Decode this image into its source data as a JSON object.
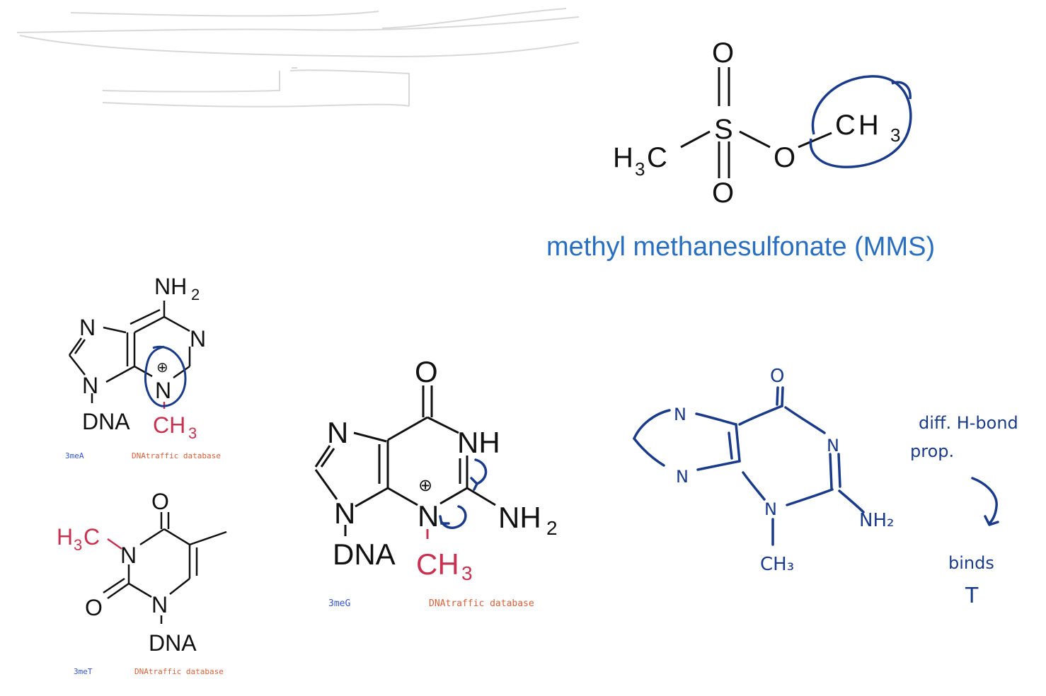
{
  "mms": {
    "name": "methyl methanesulfonate (MMS)",
    "atoms": {
      "o_top": "O",
      "s": "S",
      "o_bottom": "O",
      "o_ester": "O",
      "h3c": "H",
      "c_left": "C",
      "sub3": "3",
      "ch3_ch": "CH",
      "ch3_sub": "3"
    }
  },
  "adenine": {
    "label": "3meA",
    "source": "DNAtraffic database",
    "atoms": {
      "nh": "NH",
      "nh_sub": "2",
      "n1": "N",
      "n7": "N",
      "n9": "N",
      "n3": "N",
      "dna": "DNA",
      "ch": "CH",
      "ch_sub": "3",
      "plus": "⊕"
    }
  },
  "thymine": {
    "label": "3meT",
    "source": "DNAtraffic database",
    "atoms": {
      "o4": "O",
      "h": "H",
      "h_sub": "3",
      "c": "C",
      "n3": "N",
      "o2": "O",
      "n1": "N",
      "dna": "DNA"
    }
  },
  "guanine": {
    "label": "3meG",
    "source": "DNAtraffic database",
    "atoms": {
      "o6": "O",
      "n7": "N",
      "nh1": "NH",
      "n9": "N",
      "n3": "N",
      "nh2": "NH",
      "nh2_sub": "2",
      "dna": "DNA",
      "ch": "CH",
      "ch_sub": "3",
      "plus": "⊕"
    }
  },
  "handwriting": {
    "o": "O",
    "n1": "N",
    "n2": "N",
    "n3": "N",
    "n4": "N",
    "nh2": "NH₂",
    "ch3": "CH₃",
    "note_line1": "diff. H-bond",
    "note_line2": "prop.",
    "note_line3": "binds",
    "note_line4": "T"
  },
  "colors": {
    "ink": "#1a3a8a",
    "mms_caption": "#2a6fbf",
    "methyl_red": "#c8314f",
    "caption_blue": "#3355cc",
    "caption_orange": "#d9603a"
  }
}
